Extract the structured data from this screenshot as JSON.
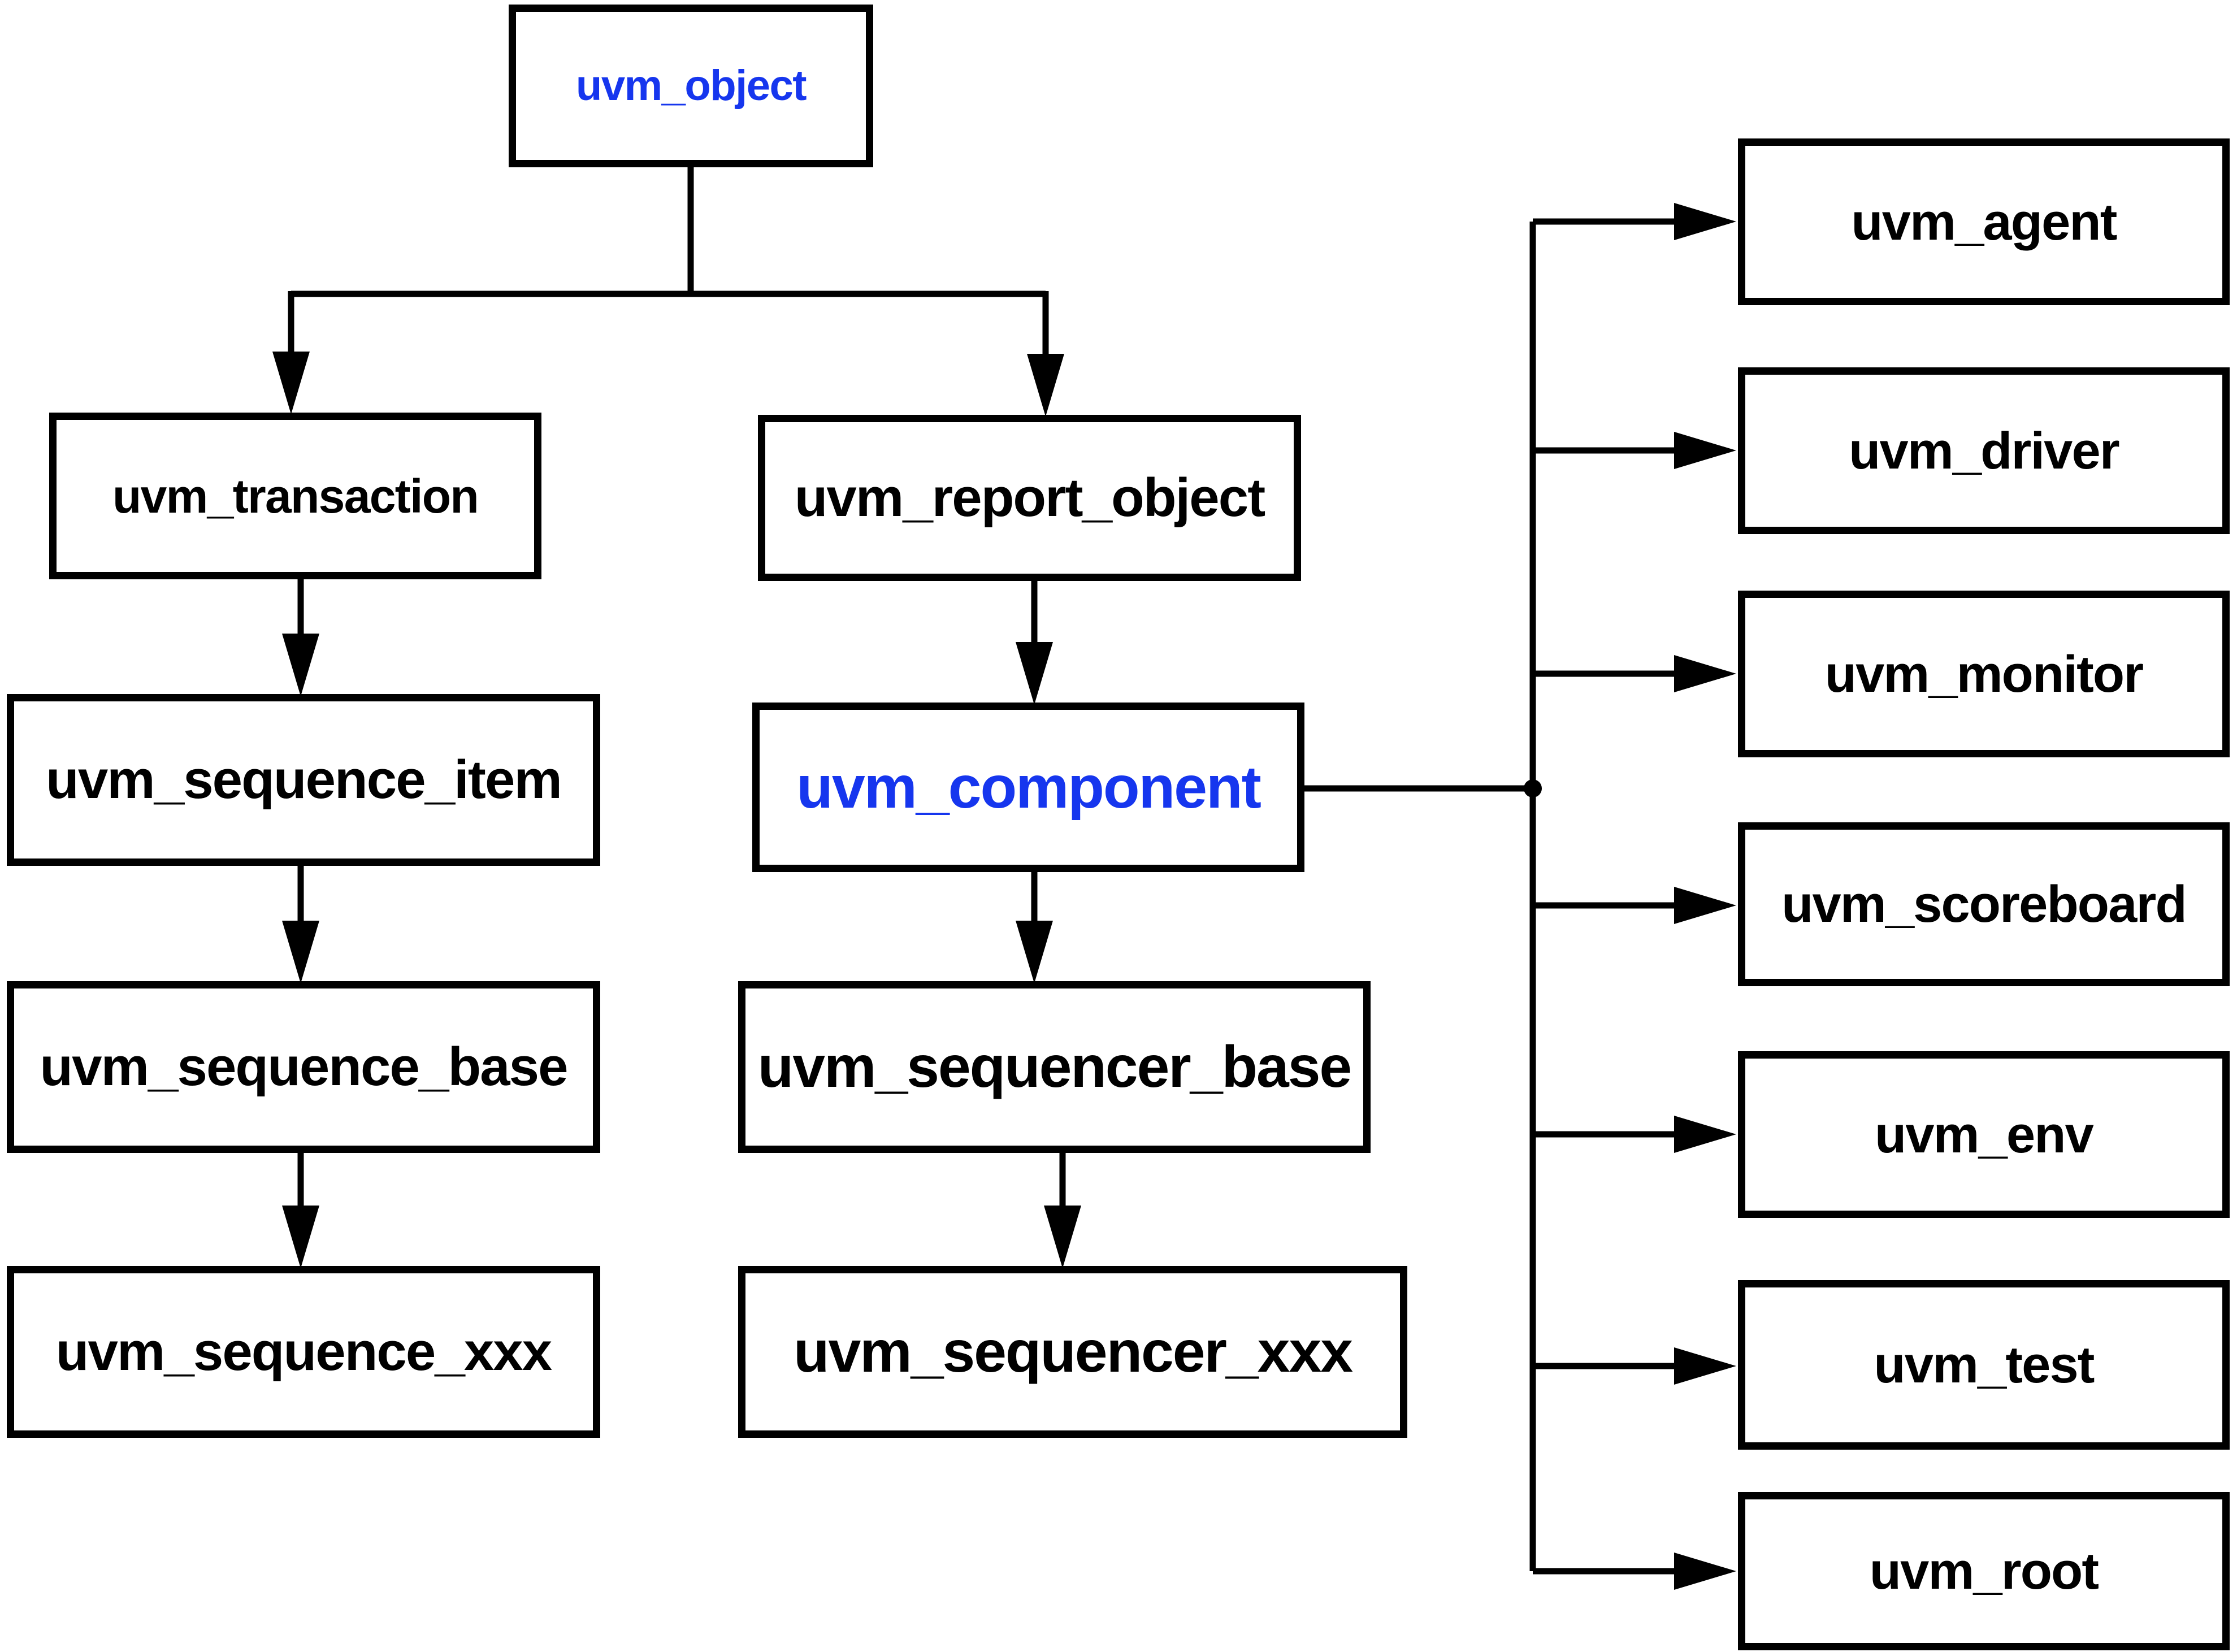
{
  "diagram": {
    "type": "class-hierarchy",
    "description": "UVM class inheritance hierarchy",
    "colors": {
      "highlight_text": "#1636ee",
      "default_text": "#000000",
      "line": "#000000",
      "box_fill": "#ffffff",
      "background": "#ffffff"
    }
  },
  "nodes": {
    "uvm_object": {
      "label": "uvm_object",
      "color": "#1636ee"
    },
    "uvm_transaction": {
      "label": "uvm_transaction",
      "color": "#000000"
    },
    "uvm_sequence_item": {
      "label": "uvm_sequence_item",
      "color": "#000000"
    },
    "uvm_sequence_base": {
      "label": "uvm_sequence_base",
      "color": "#000000"
    },
    "uvm_sequence_xxx": {
      "label": "uvm_sequence_xxx",
      "color": "#000000"
    },
    "uvm_report_object": {
      "label": "uvm_report_object",
      "color": "#000000"
    },
    "uvm_component": {
      "label": "uvm_component",
      "color": "#1636ee"
    },
    "uvm_sequencer_base": {
      "label": "uvm_sequencer_base",
      "color": "#000000"
    },
    "uvm_sequencer_xxx": {
      "label": "uvm_sequencer_xxx",
      "color": "#000000"
    },
    "uvm_agent": {
      "label": "uvm_agent",
      "color": "#000000"
    },
    "uvm_driver": {
      "label": "uvm_driver",
      "color": "#000000"
    },
    "uvm_monitor": {
      "label": "uvm_monitor",
      "color": "#000000"
    },
    "uvm_scoreboard": {
      "label": "uvm_scoreboard",
      "color": "#000000"
    },
    "uvm_env": {
      "label": "uvm_env",
      "color": "#000000"
    },
    "uvm_test": {
      "label": "uvm_test",
      "color": "#000000"
    },
    "uvm_root": {
      "label": "uvm_root",
      "color": "#000000"
    }
  },
  "edges": [
    {
      "from": "uvm_object",
      "to": "uvm_transaction"
    },
    {
      "from": "uvm_object",
      "to": "uvm_report_object"
    },
    {
      "from": "uvm_transaction",
      "to": "uvm_sequence_item"
    },
    {
      "from": "uvm_sequence_item",
      "to": "uvm_sequence_base"
    },
    {
      "from": "uvm_sequence_base",
      "to": "uvm_sequence_xxx"
    },
    {
      "from": "uvm_report_object",
      "to": "uvm_component"
    },
    {
      "from": "uvm_component",
      "to": "uvm_sequencer_base"
    },
    {
      "from": "uvm_sequencer_base",
      "to": "uvm_sequencer_xxx"
    },
    {
      "from": "uvm_component",
      "to": "uvm_agent"
    },
    {
      "from": "uvm_component",
      "to": "uvm_driver"
    },
    {
      "from": "uvm_component",
      "to": "uvm_monitor"
    },
    {
      "from": "uvm_component",
      "to": "uvm_scoreboard"
    },
    {
      "from": "uvm_component",
      "to": "uvm_env"
    },
    {
      "from": "uvm_component",
      "to": "uvm_test"
    },
    {
      "from": "uvm_component",
      "to": "uvm_root"
    }
  ]
}
